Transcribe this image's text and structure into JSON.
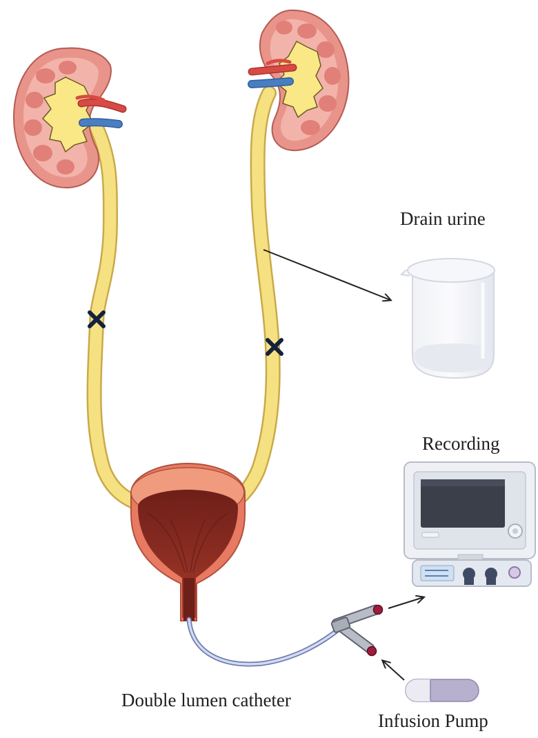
{
  "labels": {
    "drain_urine": "Drain urine",
    "recording": "Recording",
    "double_lumen_catheter": "Double lumen catheter",
    "infusion_pump": "Infusion Pump"
  },
  "icons": {
    "left_kidney": "kidney-icon",
    "right_kidney": "kidney-icon",
    "bladder": "bladder-icon",
    "beaker": "beaker-icon",
    "monitor": "recording-monitor-icon",
    "pump": "infusion-pump-icon",
    "ligation": "ligation-x-icon"
  },
  "colors": {
    "kidney_outer": "#e9948a",
    "kidney_cortex": "#f2b3aa",
    "pelvis": "#fae887",
    "ureter": "#f6e182",
    "artery": "#d94a44",
    "vein": "#4a7ec2",
    "bladder_wall": "#e87a62",
    "bladder_lumen": "#8c2d22",
    "catheter": "#b6c2e4",
    "monitor_screen": "#3a3f4a"
  }
}
